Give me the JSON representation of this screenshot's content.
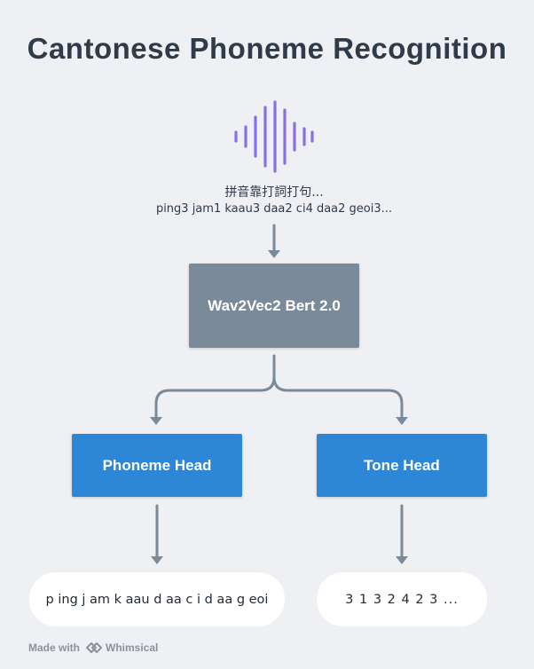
{
  "title": "Cantonese Phoneme Recognition",
  "input": {
    "icon": "sound-wave-icon",
    "chinese_text": "拼音靠打詞打句...",
    "jyutping_text": "ping3 jam1 kaau3 daa2 ci4 daa2 geoi3..."
  },
  "model": {
    "label": "Wav2Vec2 Bert 2.0"
  },
  "heads": {
    "phoneme": "Phoneme Head",
    "tone": "Tone Head"
  },
  "outputs": {
    "phoneme": "p ing j am k aau d aa c i d aa g eoi",
    "tone": "3 1 3 2 4 2 3 ..."
  },
  "footer": {
    "made_with": "Made with",
    "brand": "Whimsical",
    "logo_icon": "whimsical-logo-icon"
  },
  "colors": {
    "background": "#eef0f3",
    "title": "#2f3b4a",
    "wave": "#8a6ee6",
    "model_box": "#7b8a99",
    "head_box": "#2d86d6",
    "arrow": "#7b8a99",
    "footer": "#8a929c"
  }
}
